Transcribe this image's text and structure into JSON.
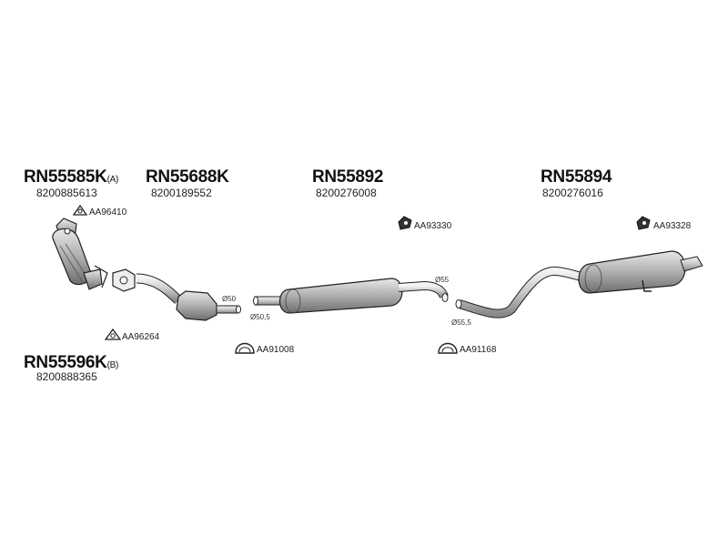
{
  "parts": {
    "front_cat_a": {
      "code": "RN55585K",
      "variant": "(A)",
      "oe": "8200885613"
    },
    "front_cat_b": {
      "code": "RN55596K",
      "variant": "(B)",
      "oe": "8200888365"
    },
    "catalyst": {
      "code": "RN55688K",
      "oe": "8200189552"
    },
    "middle_silencer": {
      "code": "RN55892",
      "oe": "8200276008"
    },
    "rear_silencer": {
      "code": "RN55894",
      "oe": "8200276016"
    }
  },
  "accessories": {
    "gasket_top": "AA96410",
    "gasket_bottom": "AA96264",
    "clamp_front": "AA91008",
    "hanger_middle": "AA93330",
    "clamp_rear": "AA91168",
    "hanger_rear": "AA93328"
  },
  "dimensions": {
    "d50": "Ø50",
    "d50_5": "Ø50,5",
    "d55": "Ø55",
    "d55_5": "Ø55,5"
  }
}
